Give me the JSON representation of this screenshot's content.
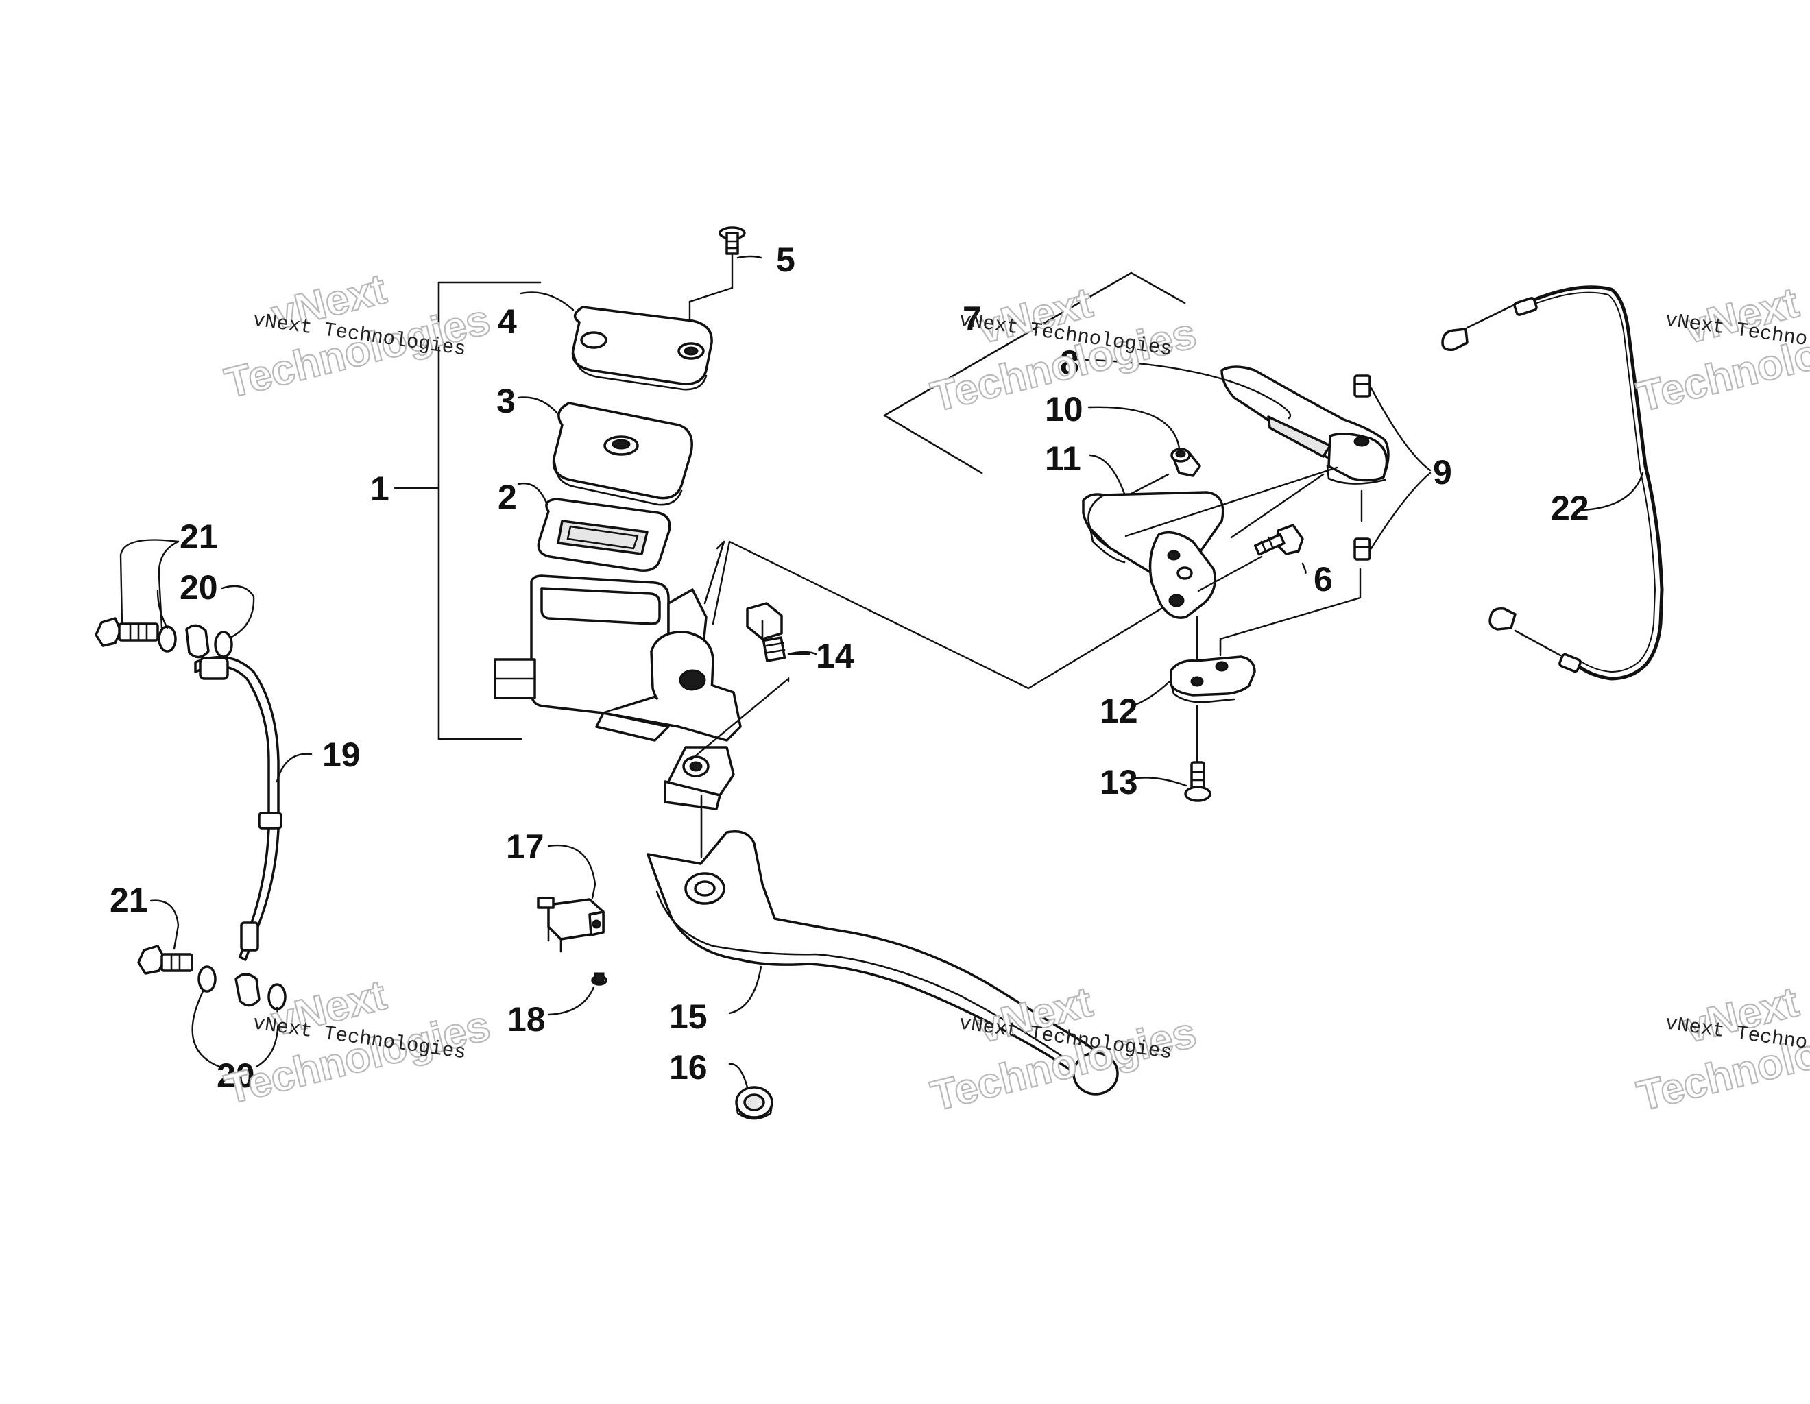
{
  "diagram": {
    "callouts": [
      "1",
      "2",
      "3",
      "4",
      "5",
      "6",
      "7",
      "8",
      "9",
      "10",
      "11",
      "12",
      "13",
      "14",
      "15",
      "16",
      "17",
      "18",
      "19",
      "20",
      "21",
      "22"
    ],
    "callout_20_second": "20",
    "callout_21_second": "21"
  },
  "watermark": {
    "brand_line": "vNext Technologies",
    "big_top": "vNext",
    "big_bottom": "Technologies"
  }
}
